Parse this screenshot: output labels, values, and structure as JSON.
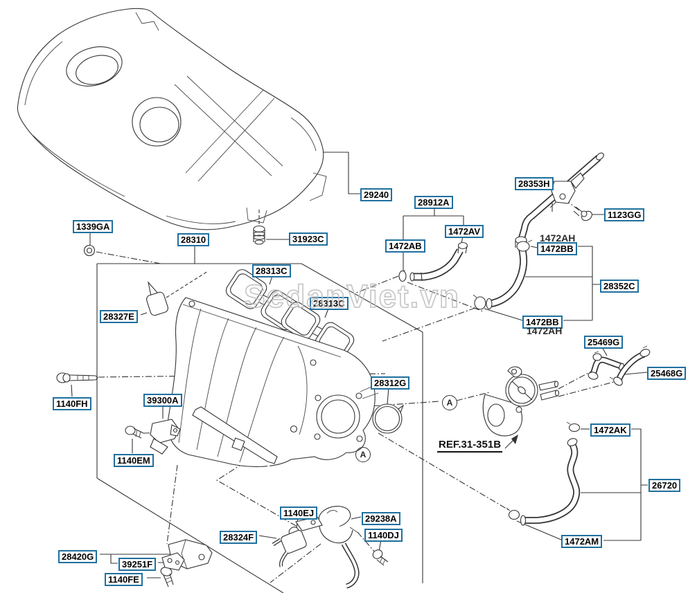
{
  "diagram": {
    "watermark": "SedanViet.vn",
    "ref_note": "REF.31-351B",
    "view_marker_a": "A",
    "accent_color": "#1f6f9e"
  },
  "labels": [
    {
      "text": "1339GA"
    },
    {
      "text": "28310"
    },
    {
      "text": "31923C"
    },
    {
      "text": "29240"
    },
    {
      "text": "28912A"
    },
    {
      "text": "1472AV"
    },
    {
      "text": "1472AB"
    },
    {
      "text": "28353H"
    },
    {
      "text": "1123GG"
    },
    {
      "text": "1472AH"
    },
    {
      "text": "1472BB"
    },
    {
      "text": "28352C"
    },
    {
      "text": "1472BB"
    },
    {
      "text": "1472AH"
    },
    {
      "text": "25469G"
    },
    {
      "text": "25468G"
    },
    {
      "text": "28313C"
    },
    {
      "text": "28313C"
    },
    {
      "text": "28327E"
    },
    {
      "text": "28312G"
    },
    {
      "text": "1140FH"
    },
    {
      "text": "39300A"
    },
    {
      "text": "1140EM"
    },
    {
      "text": "1472AK"
    },
    {
      "text": "26720"
    },
    {
      "text": "1472AM"
    },
    {
      "text": "1140EJ"
    },
    {
      "text": "29238A"
    },
    {
      "text": "1140DJ"
    },
    {
      "text": "28324F"
    },
    {
      "text": "28420G"
    },
    {
      "text": "39251F"
    },
    {
      "text": "1140FE"
    }
  ]
}
